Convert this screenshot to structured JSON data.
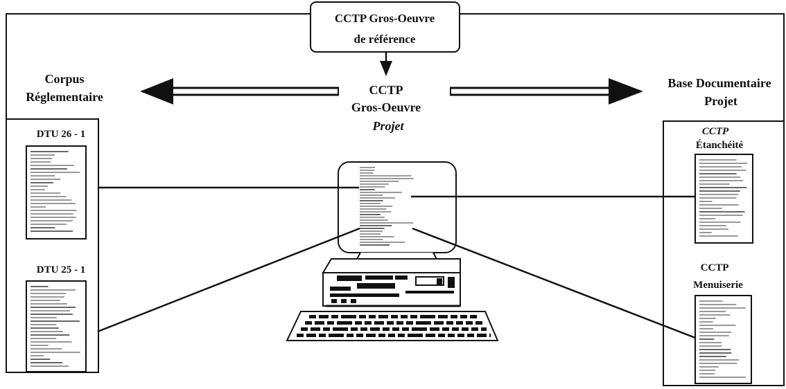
{
  "top_box": {
    "line1": "CCTP Gros-Oeuvre",
    "line2": "de référence"
  },
  "center_title": {
    "line1": "CCTP",
    "line2": "Gros-Oeuvre",
    "line3": "Projet"
  },
  "left_panel": {
    "title_line1": "Corpus",
    "title_line2": "Réglementaire",
    "docs": [
      {
        "label": "DTU 26 - 1"
      },
      {
        "label": "DTU 25 - 1"
      }
    ]
  },
  "right_panel": {
    "title_line1": "Base Documentaire",
    "title_line2": "Projet",
    "docs": [
      {
        "label_line1": "CCTP",
        "label_line2": "Étanchéité"
      },
      {
        "label_line1": "CCTP",
        "label_line2": "Menuiserie"
      }
    ]
  },
  "computer_icon": "desktop-computer-icon"
}
